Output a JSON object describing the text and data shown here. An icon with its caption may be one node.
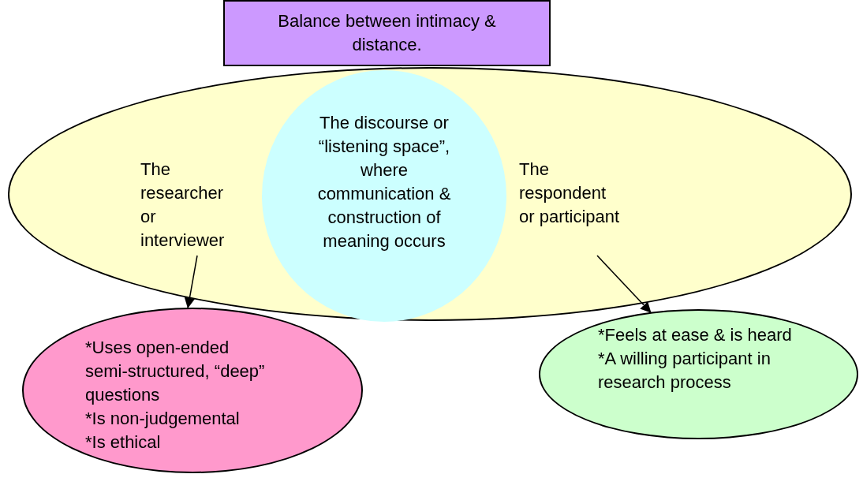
{
  "diagram": {
    "nodes": [
      {
        "text": [
          "Balance between intimacy & distance."
        ]
      },
      {
        "text": [],
        "shape": "ellipse"
      },
      {
        "text": [
          "The discourse or “listening space”, where communication & construction of meaning occurs"
        ],
        "in": 1
      },
      {
        "text": [
          "The researcher or interviewer"
        ],
        "in": 1
      },
      {
        "text": [
          "The respondent or participant"
        ],
        "in": 1
      },
      {
        "text": [
          "*Uses open-ended semi-structured, “deep” questions",
          "*Is non-judgemental",
          "*Is ethical"
        ]
      },
      {
        "text": [
          "*Feels at ease & is heard",
          "*A willing participant in research process"
        ]
      }
    ],
    "edges": [
      {
        "from": 3,
        "to": 5,
        "arrow": "to"
      },
      {
        "from": 4,
        "to": 6,
        "arrow": "to"
      }
    ]
  }
}
